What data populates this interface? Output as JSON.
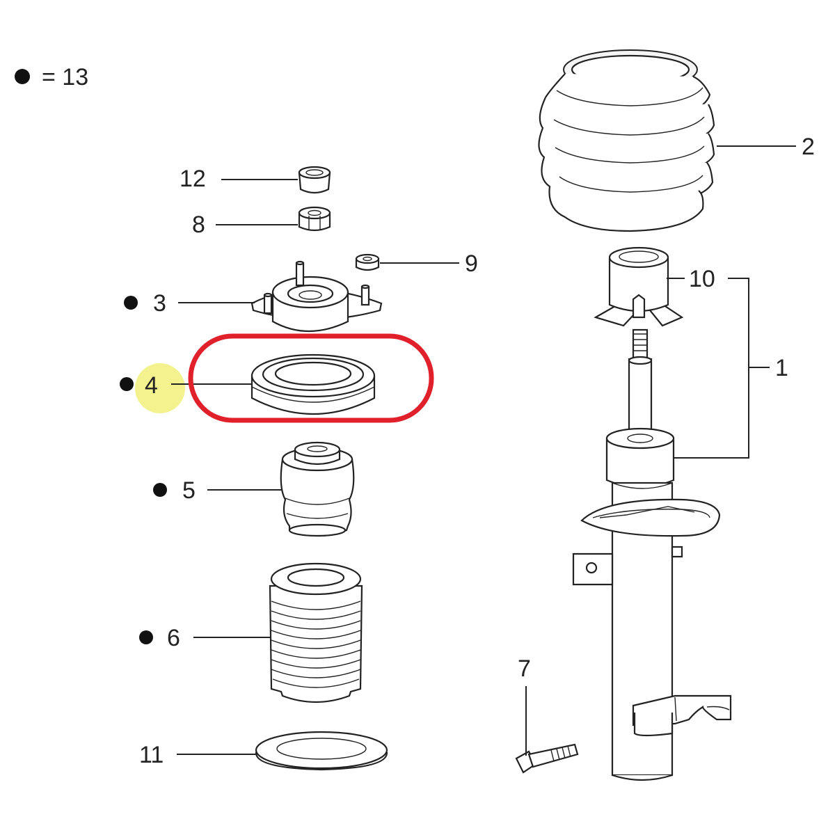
{
  "legend": {
    "text": "= 13"
  },
  "callouts": {
    "p1": "1",
    "p2": "2",
    "p3": "3",
    "p4": "4",
    "p5": "5",
    "p6": "6",
    "p7": "7",
    "p8": "8",
    "p9": "9",
    "p10": "10",
    "p11": "11",
    "p12": "12"
  },
  "colors": {
    "highlight_ring": "#e0202a",
    "highlight_label": "#f2f07a",
    "line": "#222222"
  }
}
